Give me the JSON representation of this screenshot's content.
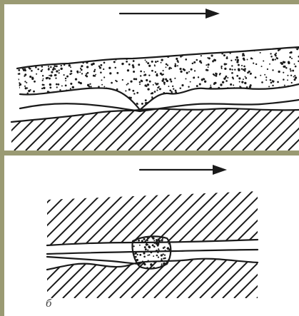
{
  "figure": {
    "top_panel": {
      "motion_direction": "right",
      "description_icon": "arrow-right-icon"
    },
    "bottom_panel": {
      "motion_direction": "right",
      "description_icon": "arrow-right-icon",
      "corner_label": "б"
    },
    "colors": {
      "frame": "#9a9a73",
      "panel": "#ffffff",
      "ink": "#1a1a1a"
    }
  }
}
